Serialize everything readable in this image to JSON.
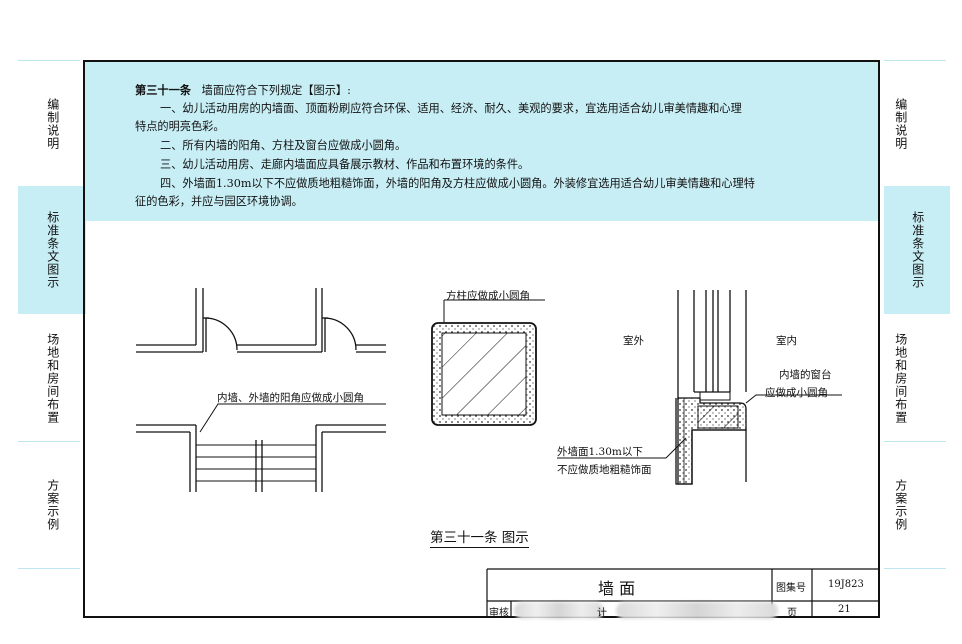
{
  "sidebar": {
    "items": [
      {
        "label": "编制说明",
        "active": false
      },
      {
        "label": "标准条文图示",
        "active": true
      },
      {
        "label": "场地和房间布置",
        "active": false
      },
      {
        "label": "方案示例",
        "active": false
      }
    ]
  },
  "article": {
    "heading": "第三十一条",
    "heading_rest": "墙面应符合下列规定【图示】:",
    "line1": "一、幼儿活动用房的内墙面、顶面粉刷应符合环保、适用、经济、耐久、美观的要求，宜选用适合幼儿审美情趣和心理",
    "line1b": "特点的明亮色彩。",
    "line2": "二、所有内墙的阳角、方柱及窗台应做成小圆角。",
    "line3": "三、幼儿活动用房、走廊内墙面应具备展示教材、作品和布置环境的条件。",
    "line4": "四、外墙面1.30m以下不应做质地粗糙饰面，外墙的阳角及方柱应做成小圆角。外装修宜选用适合幼儿审美情趣和心理特",
    "line4b": "征的色彩，并应与园区环境协调。"
  },
  "figure": {
    "label_corner": "内墙、外墙的阳角应做成小圆角",
    "label_column": "方柱应做成小圆角",
    "label_outdoor": "室外",
    "label_indoor": "室内",
    "label_sill_1": "内墙的窗台",
    "label_sill_2": "应做成小圆角",
    "label_wall_1": "外墙面1.30m以下",
    "label_wall_2": "不应做质地粗糙饰面",
    "caption": "第三十一条  图示"
  },
  "title_block": {
    "title": "墙    面",
    "atlas_label": "图集号",
    "atlas_no": "19J823",
    "review_label": "审核",
    "design_label": "计",
    "page_label": "页",
    "page_no": "21"
  },
  "colors": {
    "highlight": "#c8eef5",
    "line": "#111111"
  }
}
